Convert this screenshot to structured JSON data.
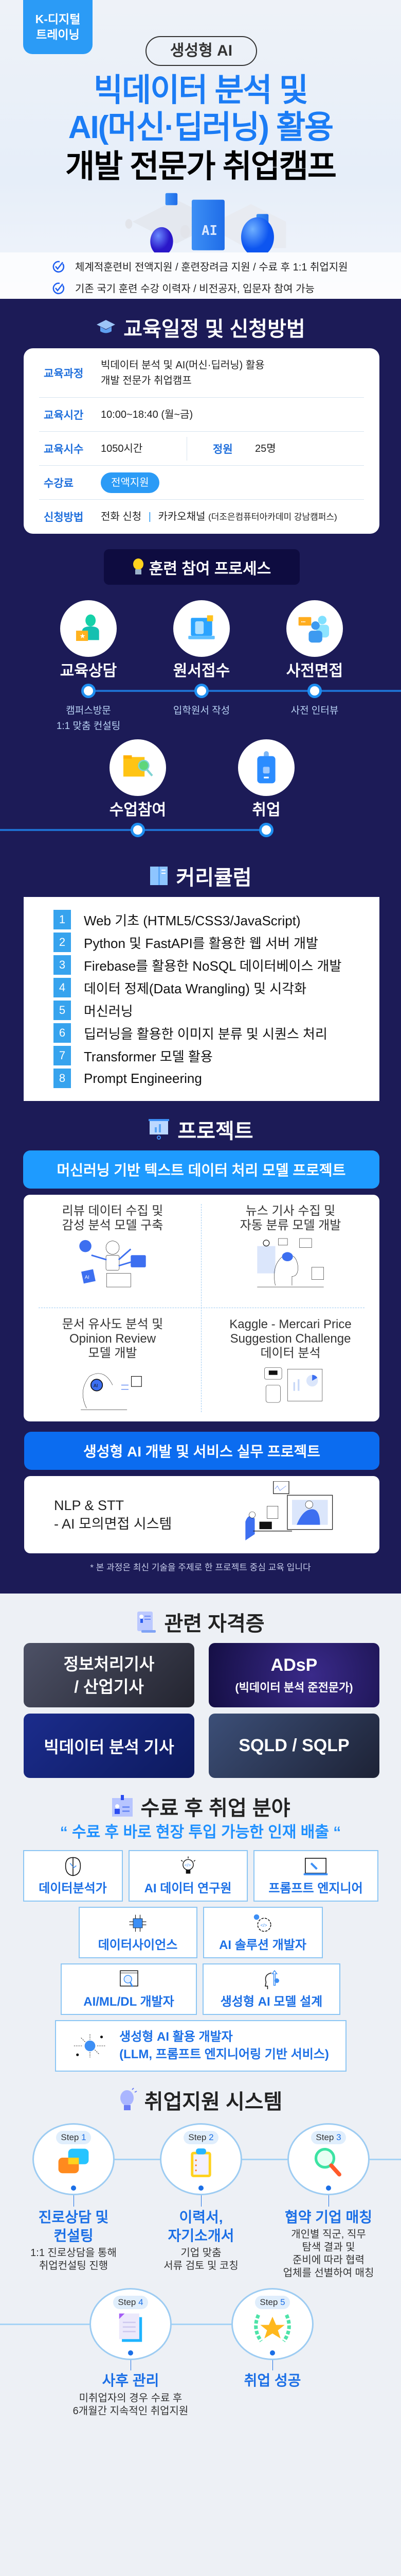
{
  "badge": {
    "line1": "K-디지털",
    "line2": "트레이닝"
  },
  "hero": {
    "tag": "생성형 AI",
    "title_line1": "빅데이터 분석 및",
    "title_line2": "AI(머신·딥러닝) 활용",
    "title_line3": "개발 전문가 취업캠프",
    "checks": [
      "체계적훈련비 전액지원 / 훈련장려금 지원 / 수료 후 1:1 취업지원",
      "기존 국기 훈련 수강 이력자 / 비전공자, 입문자 참여 가능"
    ]
  },
  "schedule": {
    "heading": "교육일정 및 신청방법",
    "course_label": "교육과정",
    "course_value": "빅데이터 분석 및 AI(머신·딥러닝) 활용\n개발 전문가 취업캠프",
    "time_label": "교육시간",
    "time_value": "10:00~18:40 (월~금)",
    "hours_label": "교육시수",
    "hours_value": "1050시간",
    "capacity_label": "정원",
    "capacity_value": "25명",
    "fee_label": "수강료",
    "fee_value": "전액지원",
    "apply_label": "신청방법",
    "apply_phone": "전화 신청",
    "apply_sep": "|",
    "apply_kakao": "카카오채널",
    "apply_kakao_note": "(더조은컴퓨터아카데미 강남캠퍼스)"
  },
  "process": {
    "title": "훈련 참여 프로세스",
    "steps": [
      {
        "label": "교육상담",
        "desc": "캠퍼스방문\n1:1 맞춤 컨설팅"
      },
      {
        "label": "원서접수",
        "desc": "입학원서 작성"
      },
      {
        "label": "사전면접",
        "desc": "사전 인터뷰"
      },
      {
        "label": "수업참여",
        "desc": ""
      },
      {
        "label": "취업",
        "desc": ""
      }
    ]
  },
  "curriculum": {
    "heading": "커리큘럼",
    "items": [
      "Web 기초 (HTML5/CSS3/JavaScript)",
      "Python 및 FastAPI를 활용한 웹 서버 개발",
      "Firebase를 활용한 NoSQL 데이터베이스 개발",
      "데이터 정제(Data Wrangling) 및 시각화",
      "머신러닝",
      "딥러닝을 활용한 이미지 분류 및 시퀀스 처리",
      "Transformer 모델 활용",
      "Prompt Engineering"
    ]
  },
  "projects": {
    "heading": "프로젝트",
    "banner1": "머신러닝 기반 텍스트 데이터 처리 모델 프로젝트",
    "cells": [
      "리뷰 데이터 수집 및\n감성 분석 모델 구축",
      "뉴스 기사 수집 및\n자동 분류 모델 개발",
      "문서 유사도 분석 및\nOpinion Review\n모델 개발",
      "Kaggle - Mercari Price\nSuggestion Challenge\n데이터 분석"
    ],
    "banner2": "생성형 AI 개발 및 서비스 실무 프로젝트",
    "nlp": "NLP & STT\n- AI 모의면접 시스템",
    "note": "* 본 과정은 최신 기술을 주제로 한 프로젝트 중심 교육 입니다"
  },
  "certs": {
    "heading": "관련 자격증",
    "items": [
      {
        "main": "정보처리기사\n/ 산업기사",
        "sub": ""
      },
      {
        "main": "ADsP",
        "sub": "(빅데이터 분석 준전문가)"
      },
      {
        "main": "빅데이터 분석 기사",
        "sub": ""
      },
      {
        "main": "SQLD / SQLP",
        "sub": ""
      }
    ]
  },
  "jobs": {
    "heading": "수료 후 취업 분야",
    "subtitle": "“ 수료 후 바로 현장 투입 가능한 인재 배출 “",
    "items": [
      "데이터분석가",
      "AI 데이터 연구원",
      "프롬프트 엔지니어",
      "데이터사이언스",
      "AI 솔루션 개발자",
      "AI/ML/DL 개발자",
      "생성형 AI 모델 설계",
      "생성형 AI 활용 개발자\n(LLM, 프롬프트 엔지니어링 기반 서비스)"
    ]
  },
  "support": {
    "heading": "취업지원 시스템",
    "step_word": "Step",
    "steps": [
      {
        "num": "1",
        "title": "진로상담 및\n컨설팅",
        "desc": "1:1 진로상담을 통해\n취업컨설팅 진행"
      },
      {
        "num": "2",
        "title": "이력서,\n자기소개서",
        "desc": "기업 맞춤\n서류 검토 및 코칭"
      },
      {
        "num": "3",
        "title": "협약 기업 매칭",
        "desc": "개인별 직군, 직무\n탐색 결과 및\n준비에 따라 협력\n업체를 선별하여 매칭"
      },
      {
        "num": "4",
        "title": "사후 관리",
        "desc": "미취업자의 경우 수료 후\n6개월간 지속적인 취업지원"
      },
      {
        "num": "5",
        "title": "취업 성공",
        "desc": ""
      }
    ]
  },
  "colors": {
    "navy": "#1c1b57",
    "accent": "#1b7cf5",
    "sky": "#2b9bf6",
    "light_bg": "#edf0f5"
  }
}
